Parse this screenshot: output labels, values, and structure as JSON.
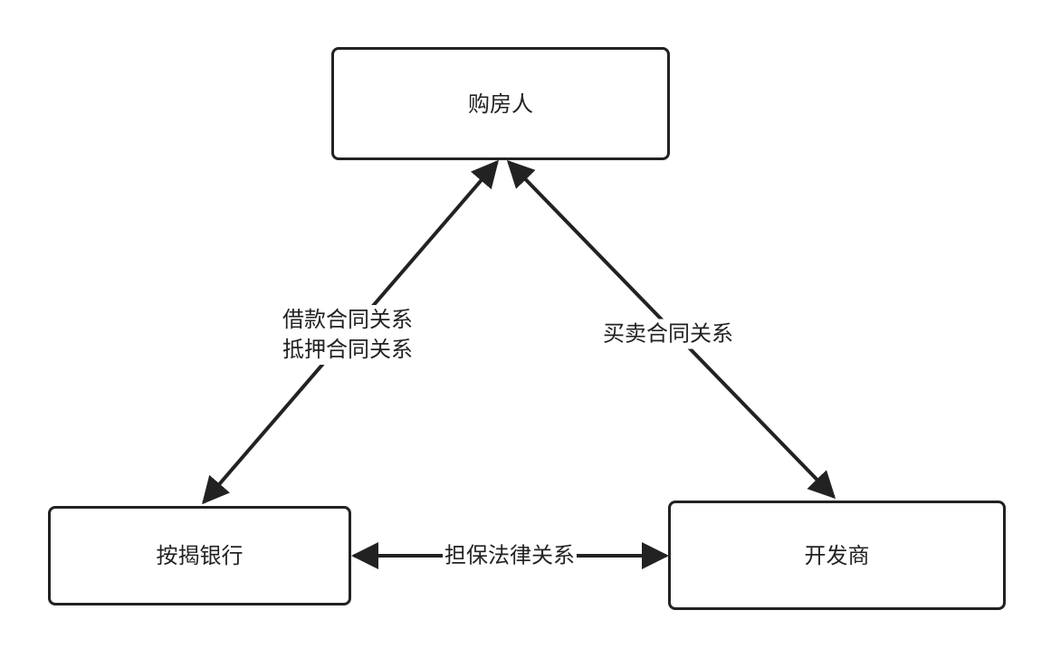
{
  "nodes": {
    "buyer": "购房人",
    "bank": "按揭银行",
    "developer": "开发商"
  },
  "relations": {
    "loan_line1": "借款合同关系",
    "loan_line2": "抵押合同关系",
    "sale": "买卖合同关系",
    "guarantee": "担保法律关系"
  },
  "colors": {
    "stroke": "#222222",
    "background": "#ffffff"
  }
}
